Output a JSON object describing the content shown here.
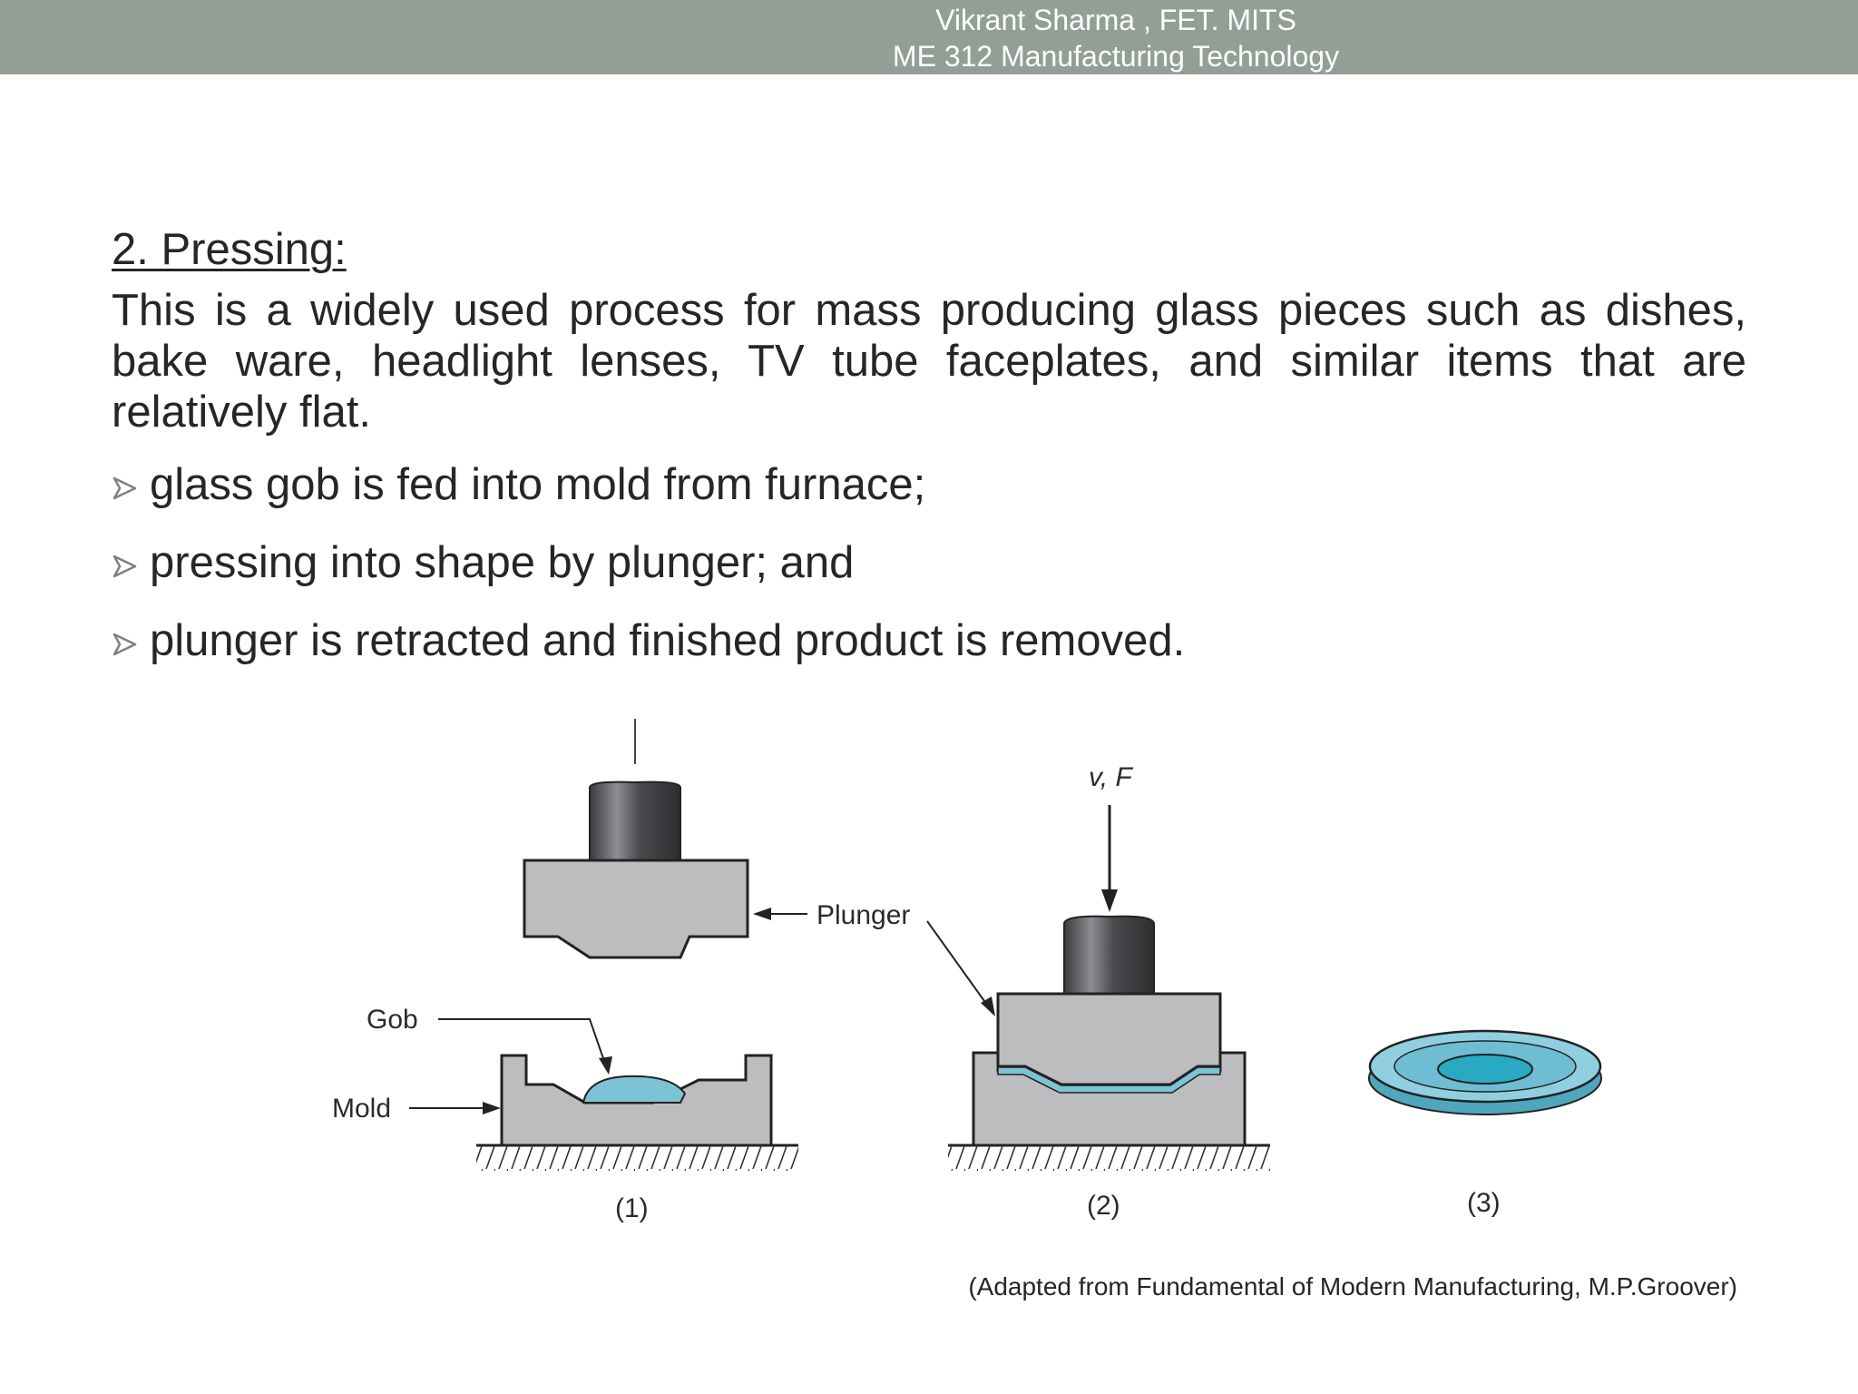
{
  "header": {
    "author": "Vikrant Sharma , FET. MITS",
    "course": "ME 312 Manufacturing Technology"
  },
  "slide": {
    "heading": "2. Pressing:",
    "paragraph": "This is a widely used process for mass producing glass pieces such as dishes, bake ware, headlight lenses, TV tube faceplates, and similar items that are relatively flat.",
    "bullets": [
      "glass gob is fed into mold from furnace;",
      "pressing into shape by plunger; and",
      "plunger is retracted and finished product is removed."
    ]
  },
  "figure": {
    "labels": {
      "plunger": "Plunger",
      "gob": "Gob",
      "mold": "Mold",
      "velocity_force": "v, F"
    },
    "step_labels": [
      "(1)",
      "(2)",
      "(3)"
    ],
    "colors": {
      "header": "#929f96",
      "mold_gray": "#bdbdc0",
      "glass_blue": "#7cc3d6",
      "glass_dark": "#2aa9c2"
    }
  },
  "citation": "(Adapted from Fundamental of Modern Manufacturing, M.P.Groover)"
}
